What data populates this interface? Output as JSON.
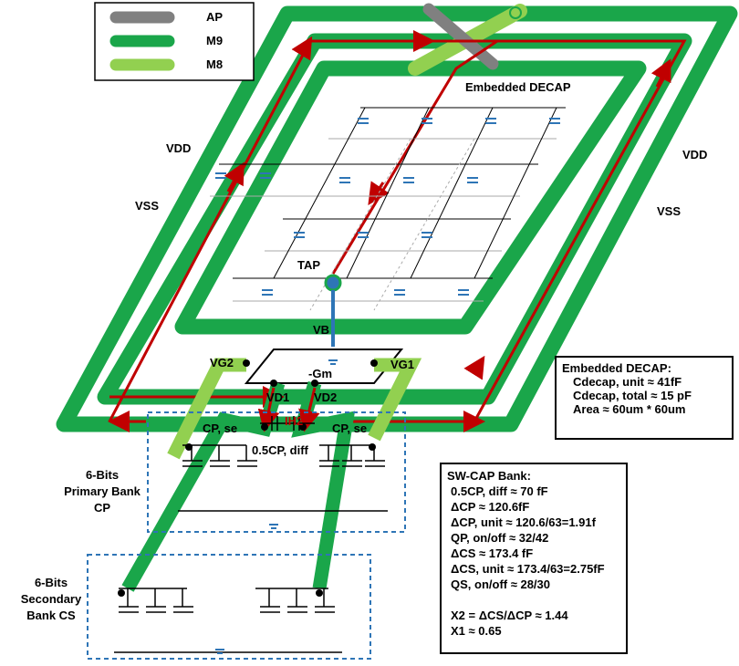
{
  "legend": [
    {
      "name": "AP",
      "color": "#808080"
    },
    {
      "name": "M9",
      "color": "#1aa64a"
    },
    {
      "name": "M8",
      "color": "#92d050"
    }
  ],
  "labels": {
    "embedded_decap_title": "Embedded DECAP",
    "vdd_left": "VDD",
    "vss_left": "VSS",
    "vdd_right": "VDD",
    "vss_right": "VSS",
    "tap": "TAP",
    "vb": "VB",
    "gm": "-Gm",
    "vg2": "VG2",
    "vg1": "VG1",
    "vd1": "VD1",
    "vd2": "VD2",
    "ih2": "IH2",
    "cp_se_left": "CP, se",
    "cp_se_right": "CP, se",
    "cp_diff": "0.5CP, diff",
    "primary_bank": [
      "6-Bits",
      "Primary Bank",
      "CP"
    ],
    "secondary_bank": [
      "6-Bits",
      "Secondary",
      "Bank CS"
    ]
  },
  "decap_box": {
    "title": "Embedded DECAP:",
    "lines": [
      "Cdecap, unit ≈ 41fF",
      "Cdecap, total ≈ 15 pF",
      "Area ≈ 60um * 60um"
    ]
  },
  "swcap_box": {
    "title": "SW-CAP Bank:",
    "lines": [
      "0.5CP, diff ≈ 70 fF",
      "ΔCP ≈ 120.6fF",
      "ΔCP, unit ≈ 120.6/63=1.91f",
      "QP, on/off ≈ 32/42",
      "ΔCS ≈ 173.4 fF",
      "ΔCS, unit ≈ 173.4/63=2.75fF",
      "QS, on/off ≈ 28/30",
      "",
      "X2 = ΔCS/ΔCP ≈ 1.44",
      "X1 ≈ 0.65"
    ]
  },
  "colors": {
    "m9": "#1aa64a",
    "m8": "#92d050",
    "ap": "#808080",
    "current": "#c00000",
    "cap": "#2e75b6",
    "dashed_box": "#2e75b6"
  }
}
